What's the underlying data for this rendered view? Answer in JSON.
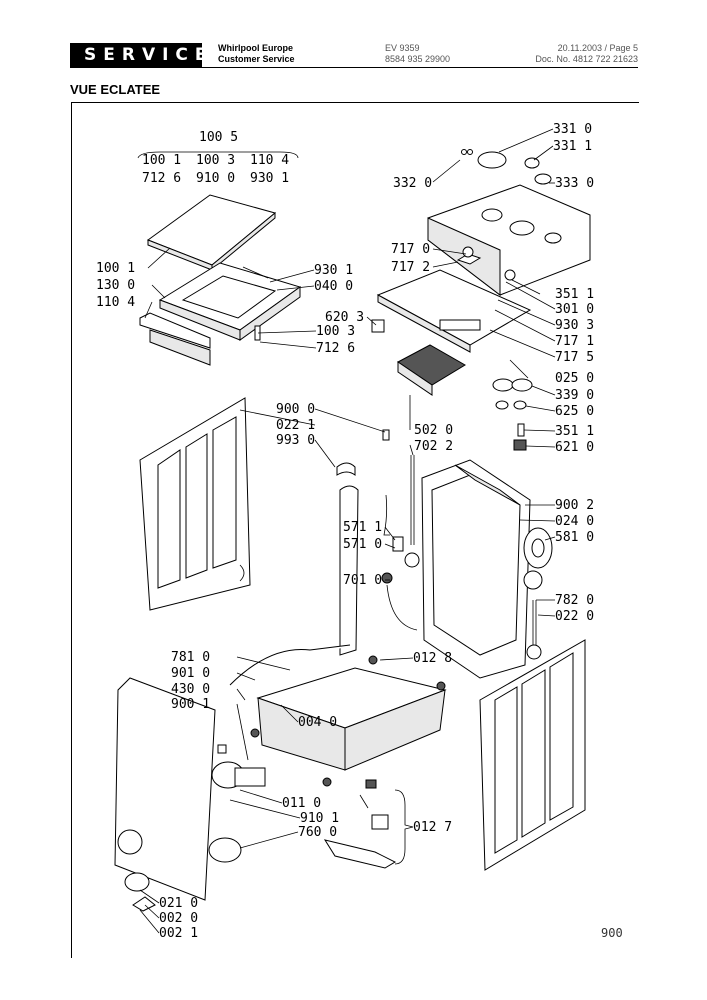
{
  "header": {
    "badge": "SERVICE",
    "company_line1": "Whirlpool Europe",
    "company_line2": "Customer Service",
    "model": "EV 9359",
    "model_code": "8584 935 29900",
    "date_page": "20.11.2003 / Page 5",
    "doc_no": "Doc. No. 4812 722 21623"
  },
  "section_title": "VUE ECLATEE",
  "page_code": "900",
  "group_labels": {
    "top": "100 5",
    "row1": [
      "100 1",
      "100 3",
      "110 4"
    ],
    "row2": [
      "712 6",
      "910 0",
      "930 1"
    ]
  },
  "parts": [
    {
      "id": "p3310",
      "label": "331 0"
    },
    {
      "id": "p3311",
      "label": "331 1"
    },
    {
      "id": "p3320",
      "label": "332 0"
    },
    {
      "id": "p3330",
      "label": "333 0"
    },
    {
      "id": "p7170",
      "label": "717 0"
    },
    {
      "id": "p7172",
      "label": "717 2"
    },
    {
      "id": "p1001",
      "label": "100 1"
    },
    {
      "id": "p1300",
      "label": "130 0"
    },
    {
      "id": "p1104",
      "label": "110 4"
    },
    {
      "id": "p9301a",
      "label": "930 1"
    },
    {
      "id": "p0400",
      "label": "040 0"
    },
    {
      "id": "p6203",
      "label": "620 3"
    },
    {
      "id": "p1003",
      "label": "100 3"
    },
    {
      "id": "p7126",
      "label": "712 6"
    },
    {
      "id": "p3511a",
      "label": "351 1"
    },
    {
      "id": "p3010",
      "label": "301 0"
    },
    {
      "id": "p9303",
      "label": "930 3"
    },
    {
      "id": "p7171",
      "label": "717 1"
    },
    {
      "id": "p7175",
      "label": "717 5"
    },
    {
      "id": "p0250",
      "label": "025 0"
    },
    {
      "id": "p3390",
      "label": "339 0"
    },
    {
      "id": "p6250",
      "label": "625 0"
    },
    {
      "id": "p3511b",
      "label": "351 1"
    },
    {
      "id": "p6210",
      "label": "621 0"
    },
    {
      "id": "p9000",
      "label": "900 0"
    },
    {
      "id": "p0221",
      "label": "022 1"
    },
    {
      "id": "p9930",
      "label": "993 0"
    },
    {
      "id": "p5020",
      "label": "502 0"
    },
    {
      "id": "p7022",
      "label": "702 2"
    },
    {
      "id": "p9002",
      "label": "900 2"
    },
    {
      "id": "p0240",
      "label": "024 0"
    },
    {
      "id": "p5810",
      "label": "581 0"
    },
    {
      "id": "p5711",
      "label": "571 1"
    },
    {
      "id": "p5710",
      "label": "571 0"
    },
    {
      "id": "p7010",
      "label": "701 0"
    },
    {
      "id": "p7820",
      "label": "782 0"
    },
    {
      "id": "p0220",
      "label": "022 0"
    },
    {
      "id": "p7810",
      "label": "781 0"
    },
    {
      "id": "p9010",
      "label": "901 0"
    },
    {
      "id": "p4300",
      "label": "430 0"
    },
    {
      "id": "p9001",
      "label": "900 1"
    },
    {
      "id": "p0128",
      "label": "012 8"
    },
    {
      "id": "p0040",
      "label": "004 0"
    },
    {
      "id": "p0110",
      "label": "011 0"
    },
    {
      "id": "p9101",
      "label": "910 1"
    },
    {
      "id": "p7600",
      "label": "760 0"
    },
    {
      "id": "p0127",
      "label": "012 7"
    },
    {
      "id": "p0210",
      "label": "021 0"
    },
    {
      "id": "p0020",
      "label": "002 0"
    },
    {
      "id": "p0021",
      "label": "002 1"
    }
  ]
}
